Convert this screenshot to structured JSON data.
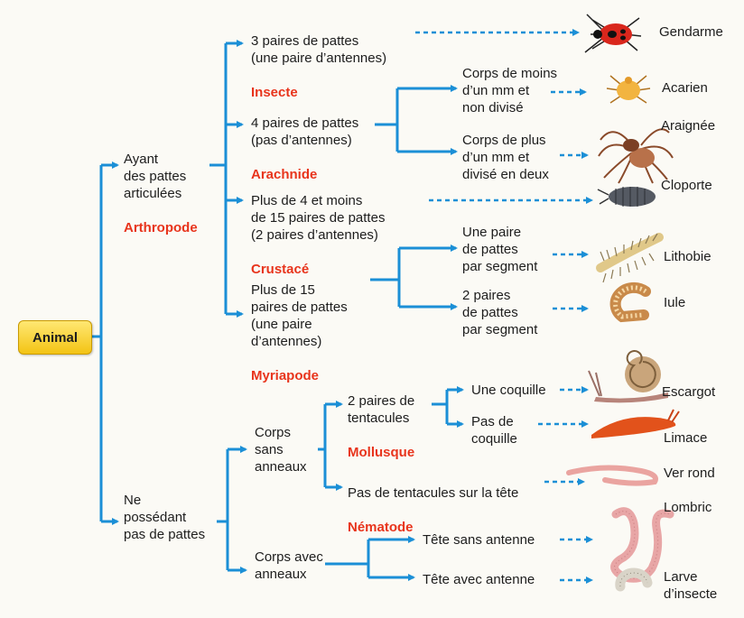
{
  "root": "Animal",
  "nodes": {
    "arthropode_desc": "Ayant\ndes pattes\narticulées",
    "arthropode_name": "Arthropode",
    "no_legs_desc": "Ne\npossédant\npas de pattes",
    "insecte_desc": "3 paires de pattes\n(une paire d’antennes)",
    "insecte_name": "Insecte",
    "arachnide_desc": "4 paires de pattes\n(pas d’antennes)",
    "arachnide_name": "Arachnide",
    "crustace_desc": "Plus de 4 et moins\nde 15 paires de pattes\n(2 paires d’antennes)",
    "crustace_name": "Crustacé",
    "myriapode_desc": "Plus de 15\npaires de pattes\n(une paire\nd’antennes)",
    "myriapode_name": "Myriapode",
    "arachnide_small": "Corps de moins\nd’un mm et\nnon divisé",
    "arachnide_large": "Corps de plus\nd’un mm et\ndivisé en deux",
    "myriapode_one": "Une paire\nde pattes\npar segment",
    "myriapode_two": "2 paires\nde pattes\npar segment",
    "sans_anneaux": "Corps\nsans\nanneaux",
    "avec_anneaux": "Corps avec\nanneaux",
    "mollusque_desc": "2 paires de\ntentacules",
    "mollusque_name": "Mollusque",
    "nematode_desc": "Pas de tentacules sur la tête",
    "nematode_name": "Nématode",
    "coquille": "Une coquille",
    "pas_coquille": "Pas de\ncoquille",
    "sans_antenne": "Tête sans antenne",
    "avec_antenne": "Tête avec antenne"
  },
  "animals": {
    "gendarme": "Gendarme",
    "acarien": "Acarien",
    "araignee": "Araignée",
    "cloporte": "Cloporte",
    "lithobie": "Lithobie",
    "iule": "Iule",
    "escargot": "Escargot",
    "limace": "Limace",
    "ver_rond": "Ver rond",
    "lombric": "Lombric",
    "larve": "Larve\nd’insecte"
  },
  "colors": {
    "connector": "#1b8fd6",
    "group_name": "#e8341c",
    "root_box": "#f5cc1e"
  },
  "icons": [
    "firebug-icon",
    "mite-icon",
    "spider-icon",
    "woodlouse-icon",
    "centipede-icon",
    "millipede-icon",
    "snail-icon",
    "slug-icon",
    "roundworm-icon",
    "earthworm-icon",
    "larva-icon"
  ]
}
